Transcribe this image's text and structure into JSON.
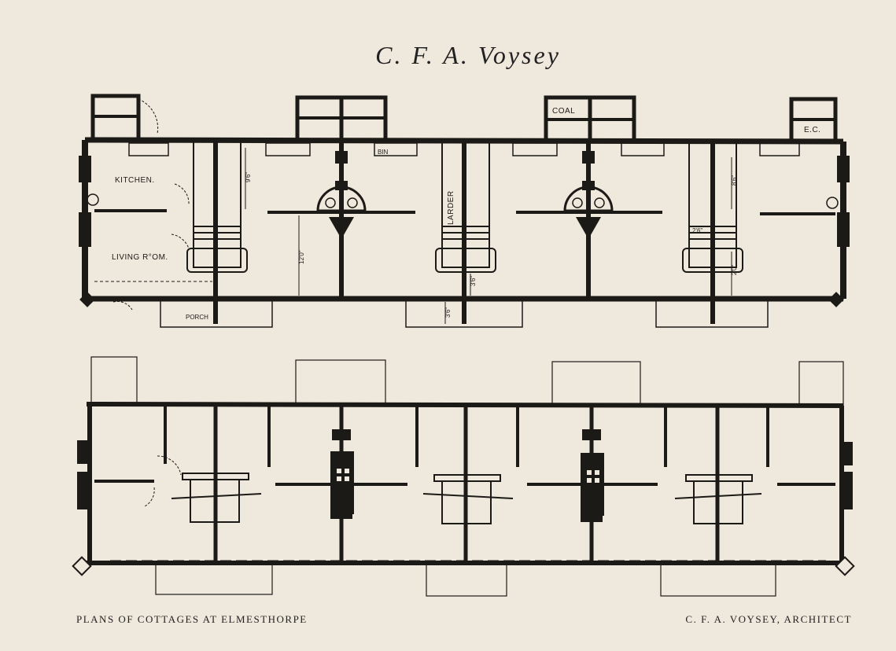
{
  "header": {
    "title": "C. F. A. Voysey"
  },
  "plans": {
    "ground_floor": {
      "rooms": {
        "kitchen": "KITCHEN.",
        "living_room": "LIVING R°OM.",
        "larder": "LARDER",
        "coal": "COAL",
        "ec": "E.C.",
        "bin": "BIN",
        "porch": "PORCH"
      },
      "dimensions": {
        "d1": "9'6\"",
        "d2": "12'0\"",
        "d3": "3'6\"",
        "d4": "3'6\"",
        "d5": "8'6\"",
        "d6": "2'6\"",
        "d7": "2'0\""
      }
    }
  },
  "footer": {
    "left_caption": "PLANS OF COTTAGES AT ELMESTHORPE",
    "right_caption": "C. F. A. VOYSEY, ARCHITECT"
  }
}
